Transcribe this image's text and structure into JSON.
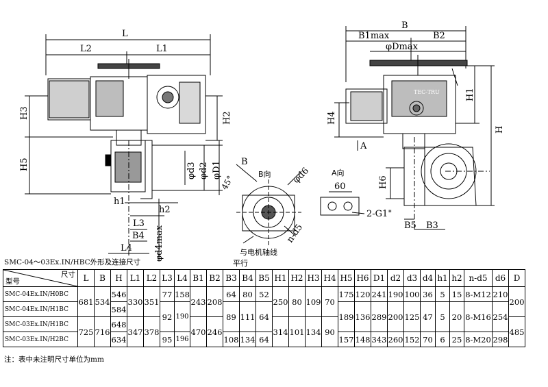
{
  "drawing": {
    "front_dims": {
      "L": "L",
      "L1": "L1",
      "L2": "L2",
      "H2": "H2",
      "H3": "H3",
      "H5": "H5",
      "d3": "φd3",
      "d2": "φd2",
      "D1": "φD1",
      "d4max": "φd4max",
      "h1": "h1",
      "h2": "h2",
      "L3": "L3",
      "B4": "B4",
      "L4": "L4"
    },
    "side_dims": {
      "B": "B",
      "B1max": "B1max",
      "B2": "B2",
      "Dmax": "φDmax",
      "H1": "H1",
      "H": "H",
      "H4": "H4",
      "H6": "H6",
      "B5": "B5",
      "B3": "B3",
      "arrow_a": "A"
    },
    "b_view": {
      "arrow_b": "B",
      "title": "B向",
      "angle": "45°",
      "d6": "φd6",
      "nd5": "n-d5",
      "motor_axis": "与电机轴线",
      "parallel": "平行"
    },
    "a_view": {
      "title": "A向",
      "width": "60",
      "thread": "2-G1\""
    },
    "brand_text": "TEC-TRU"
  },
  "caption": "SMC-04～03Ex.IN/HBC外形及连接尺寸",
  "table": {
    "corner_top": "尺寸",
    "corner_bottom": "型号",
    "headers": [
      "L",
      "B",
      "H",
      "L1",
      "L2",
      "L3",
      "L4",
      "B1",
      "B2",
      "B3",
      "B4",
      "B5",
      "H1",
      "H2",
      "H3",
      "H4",
      "H5",
      "H6",
      "D1",
      "d2",
      "d3",
      "d4",
      "h1",
      "h2",
      "n-d5",
      "d6",
      "D"
    ],
    "models": [
      "SMC-04Ex.IN/H0BC",
      "SMC-04Ex.IN/H1BC",
      "SMC-03Ex.IN/H1BC",
      "SMC-03Ex.IN/H2BC"
    ],
    "vals": {
      "L_a": "681",
      "L_b": "725",
      "B_a": "534",
      "B_b": "716",
      "H": [
        "546",
        "584",
        "648",
        "634"
      ],
      "L1_a": "330",
      "L1_b": "347",
      "L2_a": "351",
      "L2_b": "378",
      "L3_a": "77",
      "L3_b": "92",
      "L3_c": "95",
      "L4_a": "158",
      "L4_b": "190",
      "L4_c": "196",
      "B1_a": "243",
      "B1_b": "470",
      "B2_a": "208",
      "B2_b": "246",
      "B3_a": "64",
      "B3_b": "89",
      "B3_c": "108",
      "B4_a": "80",
      "B4_b": "111",
      "B4_c": "134",
      "B5_a": "52",
      "B5_b": "64",
      "B5_c": "64",
      "H1_a": "250",
      "H1_b": "314",
      "H2_a": "80",
      "H2_b": "101",
      "H3_a": "109",
      "H3_b": "134",
      "H4_a": "70",
      "H4_b": "90",
      "H5_a": "175",
      "H5_b": "189",
      "H5_c": "157",
      "H6_a": "120",
      "H6_b": "136",
      "H6_c": "148",
      "D1_a": "241",
      "D1_b": "289",
      "D1_c": "343",
      "d2_a": "190",
      "d2_b": "200",
      "d2_c": "260",
      "d3_a": "100",
      "d3_b": "125",
      "d3_c": "152",
      "d4_a": "36",
      "d4_b": "47",
      "d4_c": "70",
      "h1_a": "5",
      "h1_b": "5",
      "h1_c": "6",
      "h2_a": "15",
      "h2_b": "20",
      "h2_c": "25",
      "nd5_a": "8-M12",
      "nd5_b": "8-M16",
      "nd5_c": "8-M20",
      "d6_a": "210",
      "d6_b": "254",
      "d6_c": "298",
      "D_a": "200",
      "D_b": "485"
    }
  },
  "note": "注：表中未注明尺寸单位为mm"
}
